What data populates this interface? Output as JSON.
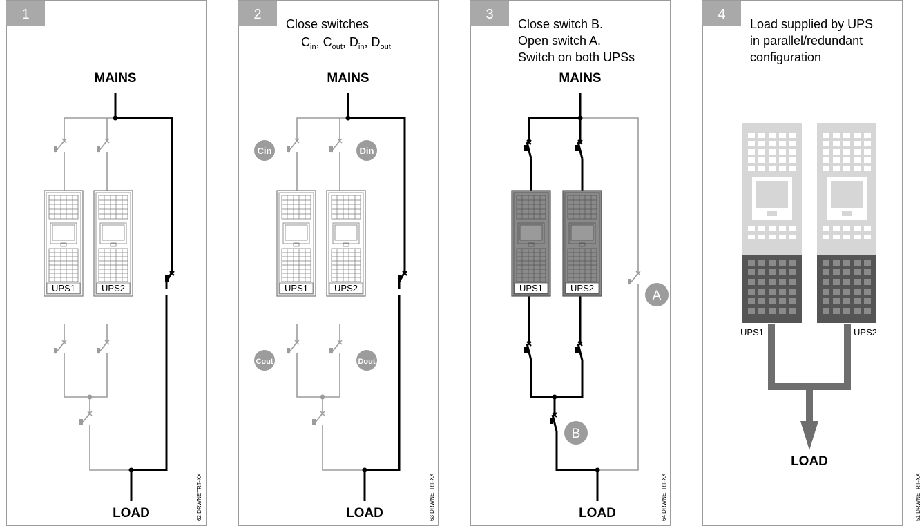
{
  "colors": {
    "frame": "#7a7a7a",
    "tab": "#a9a9a9",
    "thin_wire": "#9c9c9c",
    "thick_wire": "#000000",
    "badge": "#9c9c9c",
    "ups_on_fill": "#8a8a8a",
    "ups_light": "#d6d6d6",
    "ups_dark": "#555555",
    "arrow": "#6e6e6e"
  },
  "panels": [
    {
      "number": "1",
      "caption": [],
      "mains": "MAINS",
      "load": "LOAD",
      "ups1": "UPS1",
      "ups2": "UPS2",
      "code": "62 DRWNETRT-XX"
    },
    {
      "number": "2",
      "caption": [
        "Close switches"
      ],
      "caption_subs": {
        "c_in": {
          "base": "C",
          "sub": "in"
        },
        "c_out": {
          "base": "C",
          "sub": "out"
        },
        "d_in": {
          "base": "D",
          "sub": "in"
        },
        "d_out": {
          "base": "D",
          "sub": "out"
        },
        "sep": ", "
      },
      "mains": "MAINS",
      "load": "LOAD",
      "ups1": "UPS1",
      "ups2": "UPS2",
      "badges": {
        "c_in": "Cin",
        "d_in": "Din",
        "c_out": "Cout",
        "d_out": "Dout"
      },
      "code": "63 DRWNETRT-XX"
    },
    {
      "number": "3",
      "caption": [
        "Close switch B.",
        "Open switch A.",
        "Switch on both UPSs"
      ],
      "mains": "MAINS",
      "load": "LOAD",
      "ups1": "UPS1",
      "ups2": "UPS2",
      "badges": {
        "a": "A",
        "b": "B"
      },
      "code": "64 DRWNETRT-XX"
    },
    {
      "number": "4",
      "caption": [
        "Load supplied by UPS",
        "in parallel/redundant",
        "configuration"
      ],
      "load": "LOAD",
      "ups1": "UPS1",
      "ups2": "UPS2",
      "code": "51 DRWNETRT-XX"
    }
  ]
}
